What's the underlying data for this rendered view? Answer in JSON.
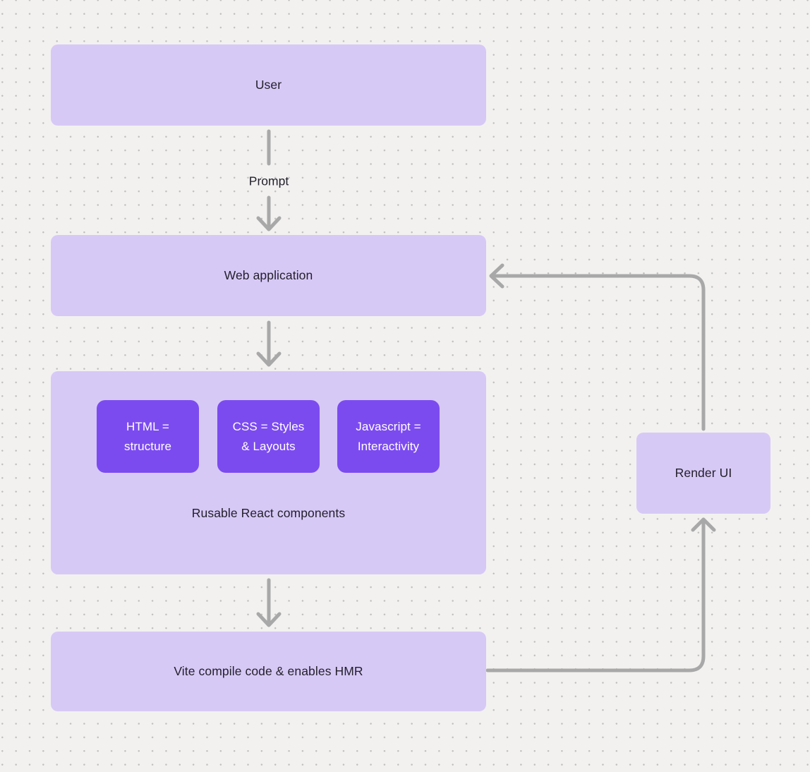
{
  "colors": {
    "background": "#f2f1f0",
    "node_fill": "#d7c9f6",
    "chip_fill": "#7c4bf0",
    "chip_text": "#ffffff",
    "text": "#221f2a",
    "arrow": "#a8a8a8"
  },
  "diagram": {
    "nodes": {
      "user": "User",
      "web_application": "Web application",
      "chips": [
        {
          "label": "HTML =\nstructure"
        },
        {
          "label": "CSS = Styles\n& Layouts"
        },
        {
          "label": "Javascript =\nInteractivity"
        }
      ],
      "components_caption": "Rusable React components",
      "vite": "Vite compile code & enables HMR",
      "render_ui": "Render UI"
    },
    "edge_labels": {
      "prompt": "Prompt"
    }
  }
}
